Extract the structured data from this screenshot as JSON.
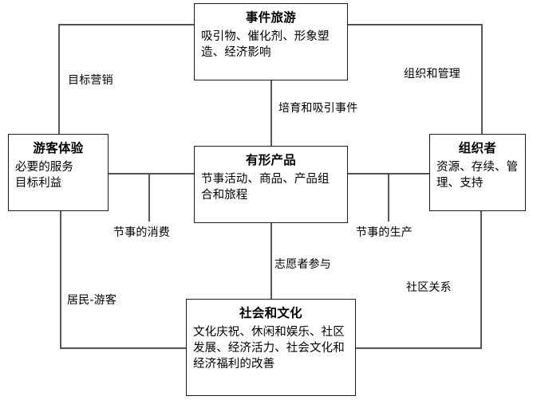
{
  "diagram": {
    "type": "relationship-model",
    "stroke_color": "#1b1b1b",
    "background_color": "#ffffff",
    "nodes": [
      {
        "id": "event-tourism",
        "title": "事件旅游",
        "body": "吸引物、催化剂、形象塑造、经济影响"
      },
      {
        "id": "visitor-experience",
        "title": "游客体验",
        "body": "必要的服务\n目标利益"
      },
      {
        "id": "tangible-product",
        "title": "有形产品",
        "body": "节事活动、商品、产品组合和旅程"
      },
      {
        "id": "organizer",
        "title": "组织者",
        "body": "资源、存续、管理、支持"
      },
      {
        "id": "social-culture",
        "title": "社会和文化",
        "body": "文化庆祝、休闲和娱乐、社区发展、经济活力、社会文化和经济福利的改善"
      }
    ],
    "edges": [
      {
        "id": "target-marketing",
        "label": "目标营销",
        "from": "event-tourism",
        "to": "visitor-experience"
      },
      {
        "id": "org-management",
        "label": "组织和管理",
        "from": "event-tourism",
        "to": "organizer"
      },
      {
        "id": "nurture-attract",
        "label": "培育和吸引事件",
        "from": "event-tourism",
        "to": "tangible-product"
      },
      {
        "id": "festival-consume",
        "label": "节事的消费",
        "from": "visitor-experience",
        "to": "tangible-product"
      },
      {
        "id": "festival-produce",
        "label": "节事的生产",
        "from": "tangible-product",
        "to": "organizer"
      },
      {
        "id": "volunteer",
        "label": "志愿者参与",
        "from": "tangible-product",
        "to": "social-culture"
      },
      {
        "id": "resident-visitor",
        "label": "居民-游客",
        "from": "visitor-experience",
        "to": "social-culture"
      },
      {
        "id": "community-relation",
        "label": "社区关系",
        "from": "organizer",
        "to": "social-culture"
      }
    ]
  }
}
